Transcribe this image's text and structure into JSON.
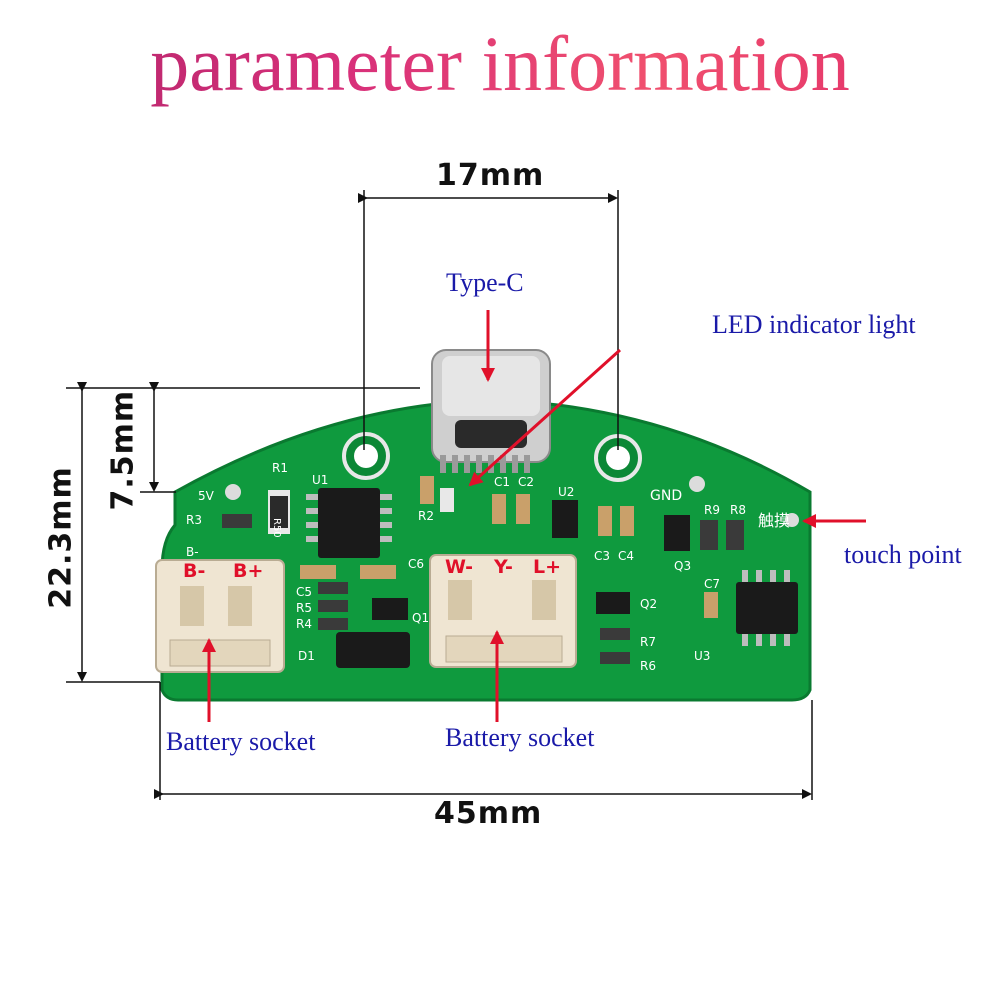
{
  "title": "parameter information",
  "dimensions": {
    "top_width": "17mm",
    "total_height": "22.3mm",
    "connector_height": "7.5mm",
    "total_width": "45mm"
  },
  "callouts": {
    "type_c": "Type-C",
    "led": "LED indicator light",
    "touch": "touch point",
    "battery_left": "Battery socket",
    "battery_right": "Battery socket"
  },
  "pins": {
    "b_minus": "B-",
    "b_plus": "B+",
    "w_minus": "W-",
    "y_minus": "Y-",
    "l_plus": "L+"
  },
  "silkscreen": {
    "r1": "R1",
    "u1": "U1",
    "r3": "R3",
    "r50": "R50",
    "v5": "5V",
    "b_minus": "B-",
    "c5": "C5",
    "r5": "R5",
    "r4": "R4",
    "d1": "D1",
    "q1": "Q1",
    "c6": "C6",
    "c1": "C1",
    "c2": "C2",
    "r2": "R2",
    "u2": "U2",
    "c3": "C3",
    "c4": "C4",
    "gnd": "GND",
    "r9": "R9",
    "r8": "R8",
    "touch_cn": "触摸",
    "q3": "Q3",
    "c7": "C7",
    "q2": "Q2",
    "r7": "R7",
    "r6": "R6",
    "u3": "U3"
  },
  "colors": {
    "pcb": "#0f9a3e",
    "pcb_dark": "#0a7a30",
    "callout": "#1a1aa8",
    "arrow": "#e0102a"
  }
}
